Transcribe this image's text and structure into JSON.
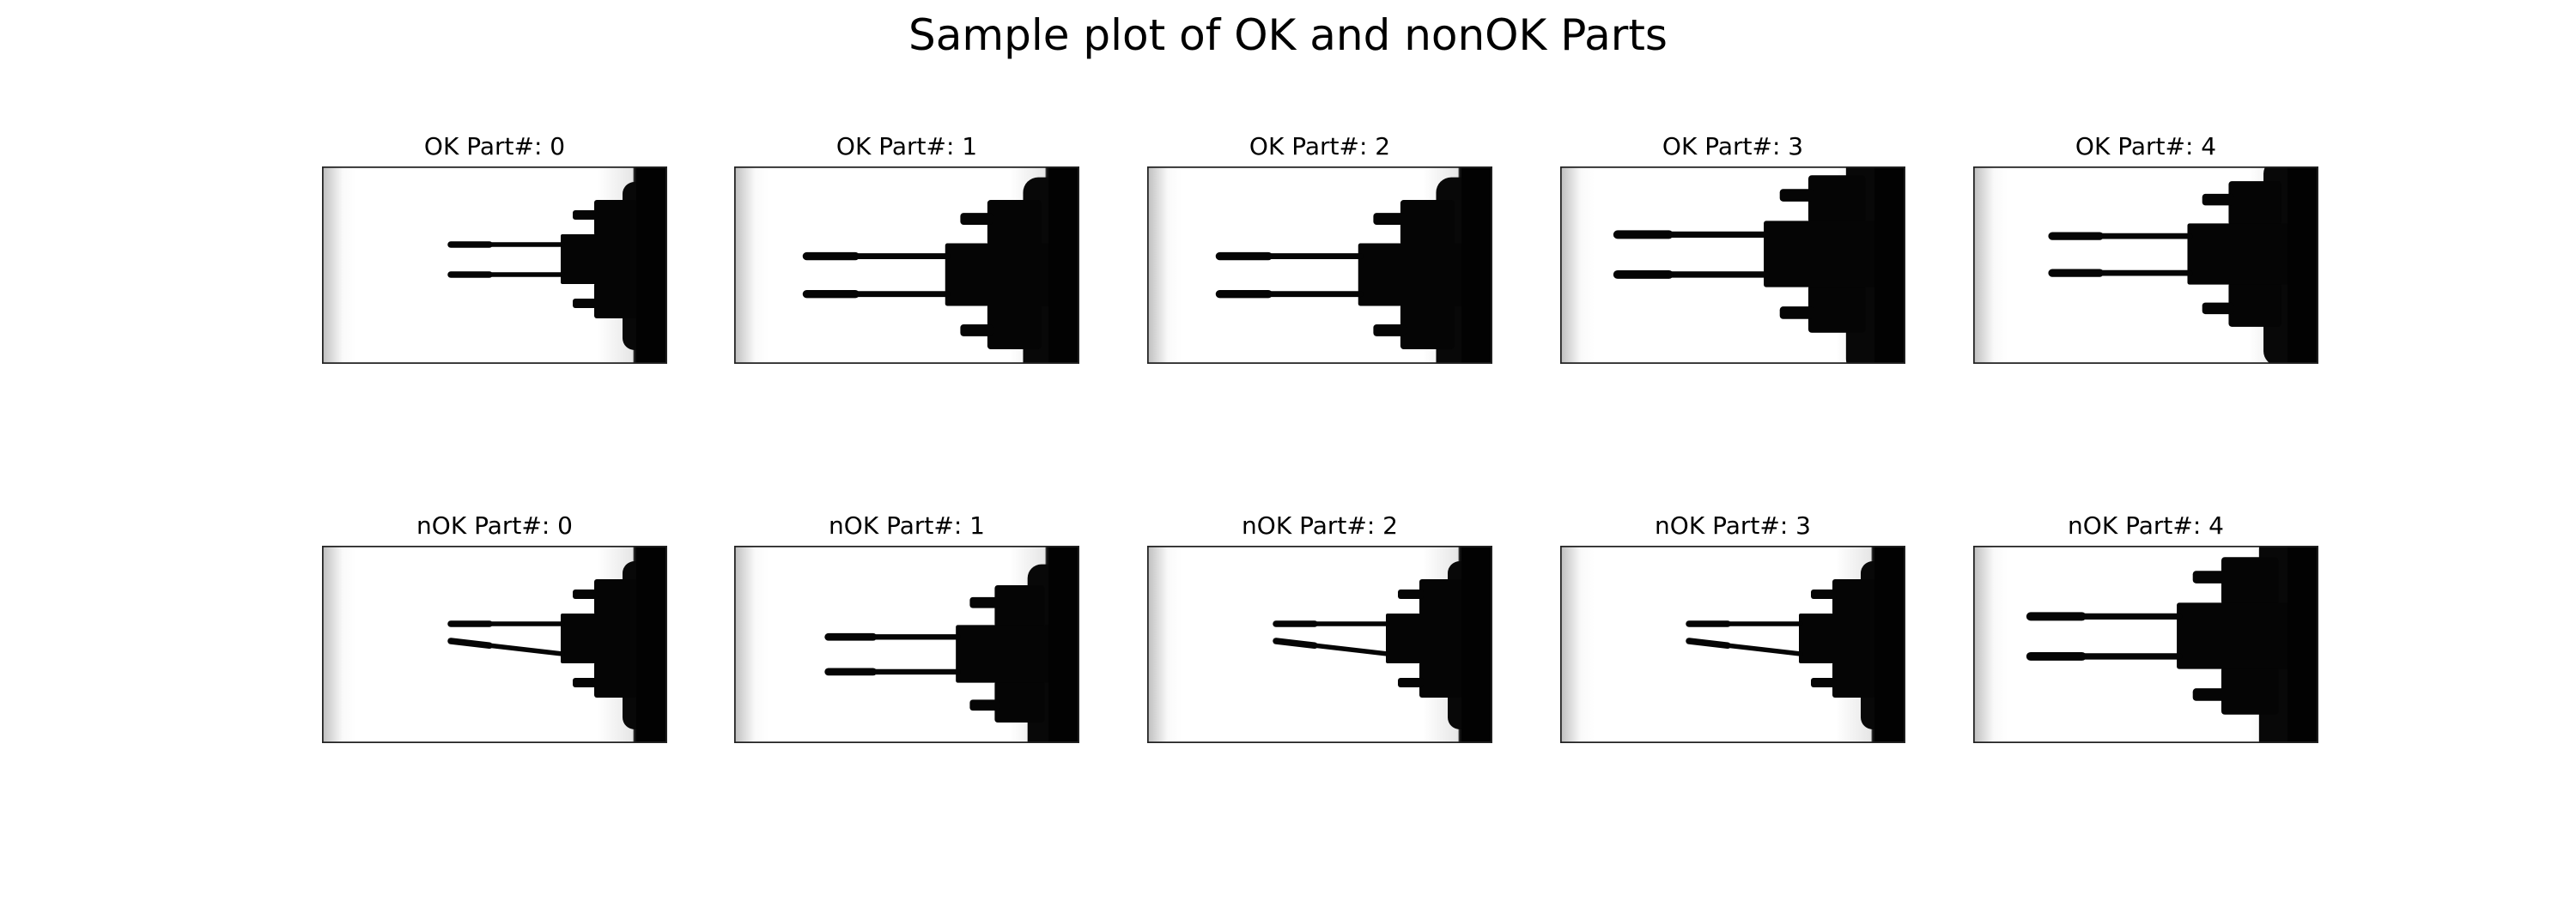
{
  "chart_data": {
    "type": "image-grid",
    "title": "Sample plot of OK and nonOK Parts",
    "rows": [
      {
        "group": "OK",
        "panels": [
          {
            "title": "OK Part#: 0",
            "part": 0
          },
          {
            "title": "OK Part#: 1",
            "part": 1
          },
          {
            "title": "OK Part#: 2",
            "part": 2
          },
          {
            "title": "OK Part#: 3",
            "part": 3
          },
          {
            "title": "OK Part#: 4",
            "part": 4
          }
        ]
      },
      {
        "group": "nOK",
        "panels": [
          {
            "title": "nOK Part#: 0",
            "part": 0,
            "bent_pin": true
          },
          {
            "title": "nOK Part#: 1",
            "part": 1,
            "bent_pin": false
          },
          {
            "title": "nOK Part#: 2",
            "part": 2,
            "bent_pin": true
          },
          {
            "title": "nOK Part#: 3",
            "part": 3,
            "bent_pin": true
          },
          {
            "title": "nOK Part#: 4",
            "part": 4,
            "bent_pin": false
          }
        ]
      }
    ],
    "axes": "off",
    "colormap": "gray"
  }
}
